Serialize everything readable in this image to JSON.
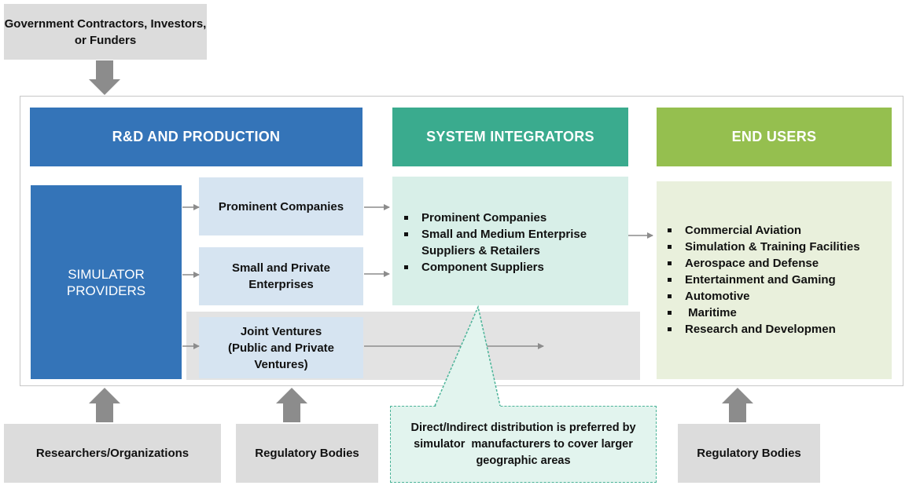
{
  "top_source": {
    "label_line1": "Government Contractors, Investors,",
    "label_line2": "or Funders"
  },
  "headers": {
    "rnd": "R&D AND PRODUCTION",
    "integrators": "SYSTEM INTEGRATORS",
    "end_users": "END USERS"
  },
  "simulator_providers": {
    "line1": "SIMULATOR",
    "line2": "PROVIDERS"
  },
  "producers": [
    {
      "line1": "Prominent Companies",
      "line2": "",
      "line3": ""
    },
    {
      "line1": "Small and Private",
      "line2": "Enterprises",
      "line3": ""
    },
    {
      "line1": "Joint Ventures",
      "line2": "(Public and Private",
      "line3": "Ventures)"
    }
  ],
  "integrators_list": [
    {
      "line1": "Prominent Companies",
      "line2": ""
    },
    {
      "line1": "Small and Medium Enterprise",
      "line2": "Suppliers & Retailers"
    },
    {
      "line1": "Component Suppliers",
      "line2": ""
    }
  ],
  "end_users_list": [
    "Commercial Aviation",
    "Simulation & Training Facilities",
    "Aerospace and Defense",
    "Entertainment and Gaming",
    "Automotive",
    " Maritime",
    "Research and Developmen"
  ],
  "note": {
    "line1": "Direct/Indirect distribution is preferred by",
    "line2": "simulator  manufacturers to cover larger",
    "line3": "geographic areas"
  },
  "bottom_sources": [
    "Researchers/Organizations",
    "Regulatory Bodies",
    "Regulatory Bodies"
  ],
  "colors": {
    "rnd_header": "#3474b8",
    "integrators_header": "#3aab8e",
    "end_users_header": "#95bf4f",
    "producer_box": "#d6e4f1",
    "integrators_box": "#d8efe8",
    "end_users_box": "#e9f0dc",
    "grey_box": "#dcdcdc",
    "arrow": "#8c8c8c"
  }
}
